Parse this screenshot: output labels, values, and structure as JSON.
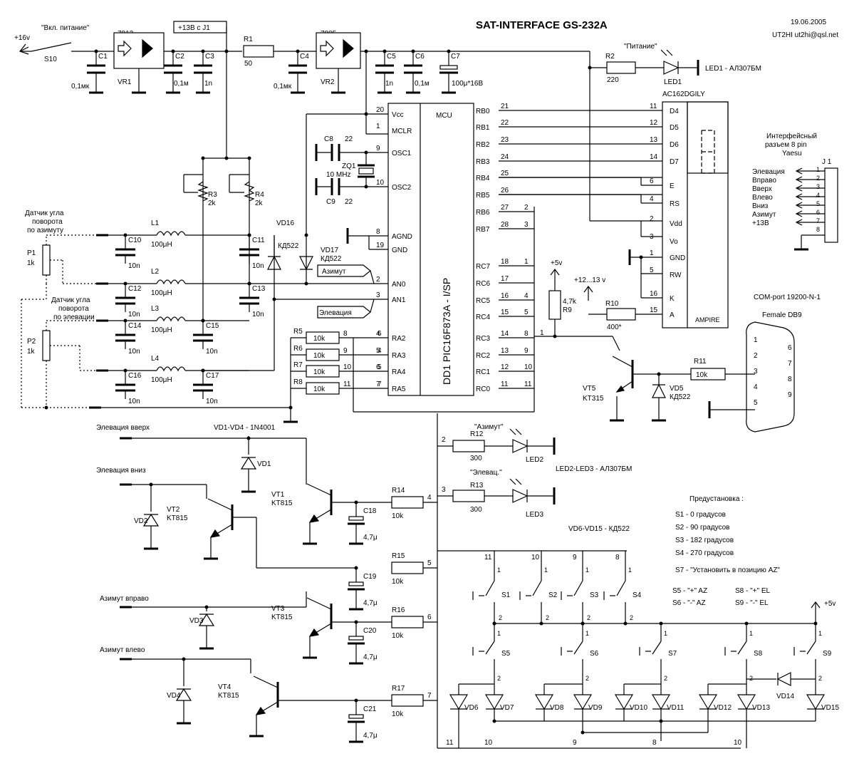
{
  "header": {
    "title": "SAT-INTERFACE   GS-232A",
    "date": "19.06.2005",
    "author": "UT2HI   ut2hi@qsl.net"
  },
  "power": {
    "input": "+16v",
    "switch_label": "\"Вкл. питание\"",
    "switch_ref": "S10",
    "reg1": "7812",
    "reg1_ref": "VR1",
    "reg2": "7805",
    "reg2_ref": "VR2",
    "tap": "+13В с J1",
    "r1": "R1",
    "r1_val": "50",
    "c1": "C1",
    "c1_val": "0,1мк",
    "c2": "C2",
    "c2_val": "0,1м",
    "c3": "C3",
    "c3_val": "1n",
    "c4": "C4",
    "c4_val": "0,1мк",
    "c5": "C5",
    "c5_val": "1n",
    "c6": "C6",
    "c6_val": "0,1м",
    "c7": "C7",
    "c7_val": "100μ*16В"
  },
  "power_led": {
    "label": "\"Питание\"",
    "r2": "R2",
    "r2_val": "220",
    "led": "LED1",
    "note": "LED1 - АЛ307БМ"
  },
  "mcu": {
    "name": "MCU",
    "part": "DD1 PIC16F873A - I/SP",
    "left_pins": [
      {
        "name": "Vcc",
        "num": "20"
      },
      {
        "name": "MCLR",
        "num": "1"
      },
      {
        "name": "OSC1",
        "num": "9"
      },
      {
        "name": "OSC2",
        "num": "10"
      },
      {
        "name": "AGND",
        "num": "8"
      },
      {
        "name": "GND",
        "num": "19"
      },
      {
        "name": "AN0",
        "num": "2"
      },
      {
        "name": "AN1",
        "num": "3"
      },
      {
        "name": "RA2",
        "num": "4"
      },
      {
        "name": "RA3",
        "num": "5"
      },
      {
        "name": "RA4",
        "num": "6"
      },
      {
        "name": "RA5",
        "num": "7"
      }
    ],
    "right_pins": [
      {
        "name": "RB0",
        "num": "21"
      },
      {
        "name": "RB1",
        "num": "22"
      },
      {
        "name": "RB2",
        "num": "23"
      },
      {
        "name": "RB3",
        "num": "24"
      },
      {
        "name": "RB4",
        "num": "25"
      },
      {
        "name": "RB5",
        "num": "26"
      },
      {
        "name": "RB6",
        "num": "27"
      },
      {
        "name": "RB7",
        "num": "28"
      },
      {
        "name": "RC7",
        "num": "18"
      },
      {
        "name": "RC6",
        "num": "17"
      },
      {
        "name": "RC5",
        "num": "16"
      },
      {
        "name": "RC4",
        "num": "15"
      },
      {
        "name": "RC3",
        "num": "14"
      },
      {
        "name": "RC2",
        "num": "13"
      },
      {
        "name": "RC1",
        "num": "12"
      },
      {
        "name": "RC0",
        "num": "11"
      }
    ],
    "right_nets": [
      "",
      "",
      "",
      "",
      "",
      "",
      "2",
      "3",
      "1",
      "",
      "4",
      "5",
      "8",
      "9",
      "10",
      "11"
    ]
  },
  "xtal": {
    "c8": "C8",
    "c8_val": "22",
    "c9": "C9",
    "c9_val": "22",
    "zq": "ZQ1",
    "freq": "10 MHz"
  },
  "lcd": {
    "part": "AC162DGILY",
    "brand": "AMPIRE",
    "pins": [
      {
        "name": "D4",
        "num": "11"
      },
      {
        "name": "D5",
        "num": "12"
      },
      {
        "name": "D6",
        "num": "13"
      },
      {
        "name": "D7",
        "num": "14"
      },
      {
        "name": "E",
        "num": "6"
      },
      {
        "name": "RS",
        "num": "4"
      },
      {
        "name": "Vdd",
        "num": "2"
      },
      {
        "name": "Vo",
        "num": "3"
      },
      {
        "name": "GND",
        "num": "1"
      },
      {
        "name": "RW",
        "num": "5"
      },
      {
        "name": "K",
        "num": "16"
      },
      {
        "name": "A",
        "num": "15"
      }
    ],
    "r10": "R10",
    "r10_val": "400*",
    "supply": "+12...13 v"
  },
  "sensors": {
    "az_label": [
      "Датчик угла",
      "поворота",
      "по азимуту"
    ],
    "el_label": [
      "Датчик угла",
      "поворота",
      "по элевации"
    ],
    "p1": "P1",
    "p1_val": "1k",
    "p2": "P2",
    "p2_val": "1k",
    "r3": "R3",
    "r3_val": "2k",
    "r4": "R4",
    "r4_val": "2k",
    "inductors": [
      {
        "ref": "L1",
        "val": "100μH"
      },
      {
        "ref": "L2",
        "val": "100μH"
      },
      {
        "ref": "L3",
        "val": "100μH"
      },
      {
        "ref": "L4",
        "val": "100μH"
      }
    ],
    "caps": [
      {
        "ref": "C10",
        "val": "10n"
      },
      {
        "ref": "C11",
        "val": "10n"
      },
      {
        "ref": "C12",
        "val": "10n"
      },
      {
        "ref": "C13",
        "val": "10n"
      },
      {
        "ref": "C14",
        "val": "10n"
      },
      {
        "ref": "C15",
        "val": "10n"
      },
      {
        "ref": "C16",
        "val": "10n"
      },
      {
        "ref": "C17",
        "val": "10n"
      }
    ],
    "vd16": "VD16",
    "vd16_val": "КД522",
    "vd17": "VD17",
    "vd17_val": "КД522",
    "az_flag": "Азимут",
    "el_flag": "Элевация"
  },
  "ra_resistors": [
    {
      "ref": "R5",
      "val": "10k",
      "net": "8",
      "pin_net": "6"
    },
    {
      "ref": "R6",
      "val": "10k",
      "net": "9",
      "pin_net": "4"
    },
    {
      "ref": "R7",
      "val": "10k",
      "net": "10",
      "pin_net": "5"
    },
    {
      "ref": "R8",
      "val": "10k",
      "net": "11",
      "pin_net": "7"
    }
  ],
  "connector_j1": {
    "title": [
      "Интерфейсный",
      "разъем  8 pin",
      "Yaesu"
    ],
    "ref": "J 1",
    "lines": [
      "Элевация",
      "Вправо",
      "Вверх",
      "Влево",
      "Вниз",
      "Азимут",
      "+13В"
    ],
    "pins": [
      "1",
      "2",
      "3",
      "4",
      "5",
      "6",
      "7",
      "8"
    ]
  },
  "com": {
    "title": "COM-port  19200-N-1",
    "type": "Female DB9",
    "r9": "R9",
    "r9_val": "4,7k",
    "v5": "+5v",
    "r11": "R11",
    "r11_val": "10k",
    "vt5": "VT5",
    "vt5_val": "KT315",
    "vd5": "VD5",
    "vd5_val": "КД522",
    "pins": [
      "1",
      "2",
      "3",
      "4",
      "5",
      "6",
      "7",
      "8",
      "9"
    ],
    "net1": "1"
  },
  "leds": {
    "az_label": "\"Азимут\"",
    "el_label": "\"Элевац.\"",
    "r12": "R12",
    "r12_val": "300",
    "r13": "R13",
    "r13_val": "300",
    "led2": "LED2",
    "led3": "LED3",
    "note": "LED2-LED3 - АЛ307БМ",
    "net2": "2",
    "net3": "3"
  },
  "drivers": {
    "el_up": "Элевация вверх",
    "el_down": "Элевация вниз",
    "az_right": "Азимут вправо",
    "az_left": "Азимут влево",
    "vd_note": "VD1-VD4 - 1N4001",
    "vd": [
      "VD1",
      "VD2",
      "VD3",
      "VD4"
    ],
    "vt": [
      {
        "ref": "VT1",
        "val": "KT815"
      },
      {
        "ref": "VT2",
        "val": "KT815"
      },
      {
        "ref": "VT3",
        "val": "KT815"
      },
      {
        "ref": "VT4",
        "val": "KT815"
      }
    ],
    "r": [
      {
        "ref": "R14",
        "val": "10k",
        "net": "4"
      },
      {
        "ref": "R15",
        "val": "10k",
        "net": "5"
      },
      {
        "ref": "R16",
        "val": "10k",
        "net": "6"
      },
      {
        "ref": "R17",
        "val": "10k",
        "net": "7"
      }
    ],
    "c": [
      {
        "ref": "C18",
        "val": "4,7μ"
      },
      {
        "ref": "C19",
        "val": "4,7μ"
      },
      {
        "ref": "C20",
        "val": "4,7μ"
      },
      {
        "ref": "C21",
        "val": "4,7μ"
      }
    ]
  },
  "switches": {
    "diode_note": "VD6-VD15 - КД522",
    "preset_title": "Предустановка :",
    "presets": [
      "S1 - 0 градусов",
      "S2 - 90 градусов",
      "S3 - 182 градусов",
      "S4 - 270 градусов"
    ],
    "s7_note": "S7 - \"Установить в позицию AZ\"",
    "legend": [
      "S5 - \"+\"  AZ",
      "S6 - \"-\"  AZ",
      "S8 - \"+\"  EL",
      "S9 - \"-\"  EL"
    ],
    "top_nets": [
      "11",
      "10",
      "9",
      "8"
    ],
    "bottom_nets": [
      "11",
      "10",
      "9",
      "8",
      "10"
    ],
    "s": [
      "S1",
      "S2",
      "S3",
      "S4",
      "S5",
      "S6",
      "S7",
      "S8",
      "S9"
    ],
    "vd": [
      "VD6",
      "VD7",
      "VD8",
      "VD9",
      "VD10",
      "VD11",
      "VD12",
      "VD13",
      "VD14",
      "VD15"
    ],
    "v5": "+5v",
    "pin1": "1",
    "pin2": "2"
  }
}
